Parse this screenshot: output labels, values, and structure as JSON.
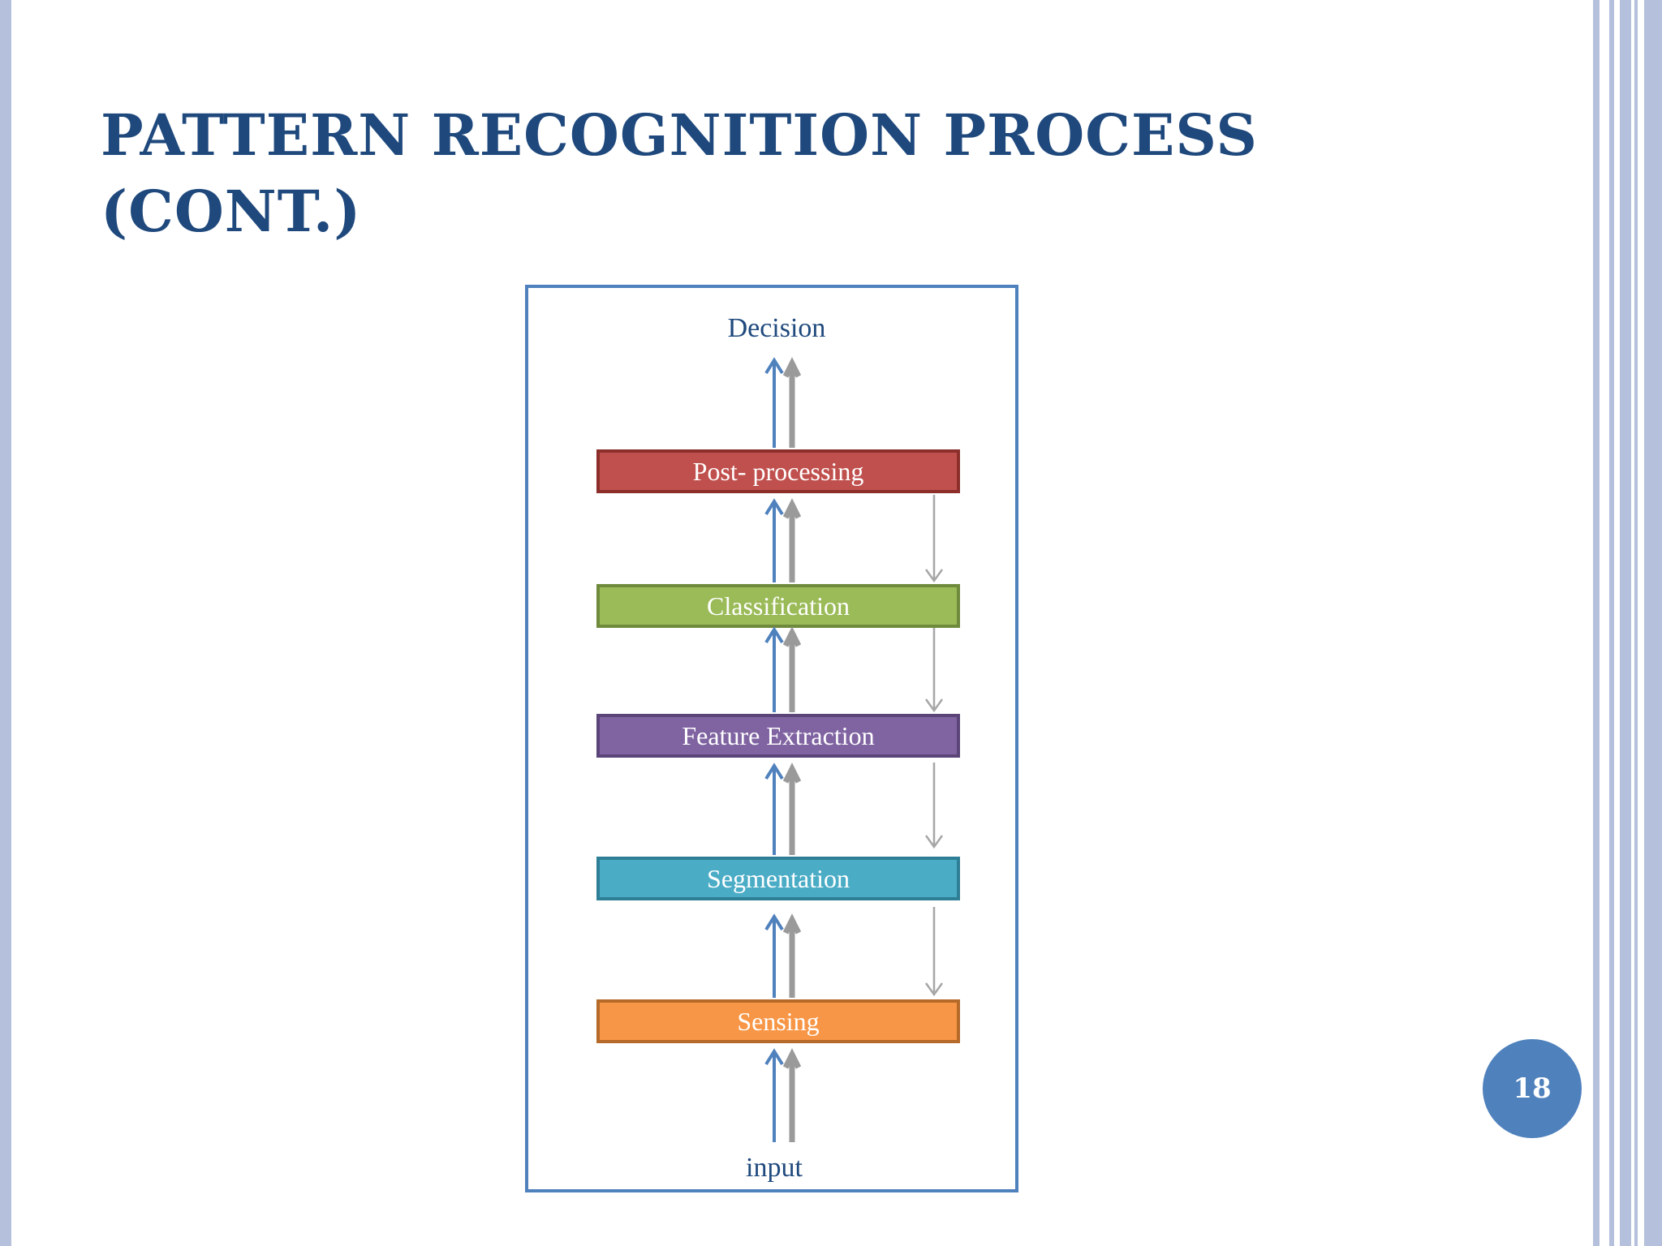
{
  "slide": {
    "title_line1": "PATTERN RECOGNITION PROCESS",
    "title_line2": "(CONT.)",
    "page_number": "18"
  },
  "diagram": {
    "top_label": "Decision",
    "bottom_label": "input",
    "stages": [
      {
        "label": "Post- processing",
        "fill": "#c0504d",
        "border": "#8c2f2b"
      },
      {
        "label": "Classification",
        "fill": "#9bbb59",
        "border": "#6f8a3c"
      },
      {
        "label": "Feature Extraction",
        "fill": "#8064a2",
        "border": "#5b4578"
      },
      {
        "label": "Segmentation",
        "fill": "#4bacc6",
        "border": "#2e7f96"
      },
      {
        "label": "Sensing",
        "fill": "#f79646",
        "border": "#b56a2a"
      }
    ]
  },
  "colors": {
    "title": "#1f497d",
    "accent": "#4f81bd",
    "arrow_up": "#4f81bd",
    "arrow_shadow": "#9a9a9a",
    "arrow_feedback": "#a6a6a6"
  }
}
